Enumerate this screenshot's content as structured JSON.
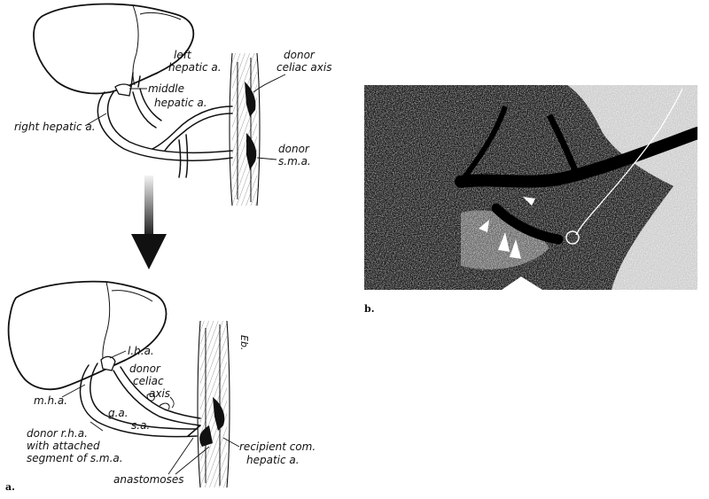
{
  "panel_a": {
    "marker": "a.",
    "top": {
      "left_hepatic": [
        "left",
        "hepatic a."
      ],
      "middle_hepatic": [
        "middle",
        "hepatic a."
      ],
      "right_hepatic": "right hepatic a.",
      "donor_celiac": [
        "donor",
        "celiac axis"
      ],
      "donor_sma": [
        "donor",
        "s.m.a."
      ]
    },
    "bottom": {
      "lha": "l.h.a.",
      "mha": "m.h.a.",
      "donor_celiac": [
        "donor",
        "celiac",
        "axis"
      ],
      "ga": "g.a.",
      "sa": "s.a.",
      "donor_rha": [
        "donor r.h.a.",
        "with attached",
        "segment of s.m.a."
      ],
      "anastomoses": "anastomoses",
      "recipient": [
        "recipient com.",
        "hepatic a."
      ]
    },
    "signature": "Eb."
  },
  "panel_b": {
    "marker": "b."
  }
}
